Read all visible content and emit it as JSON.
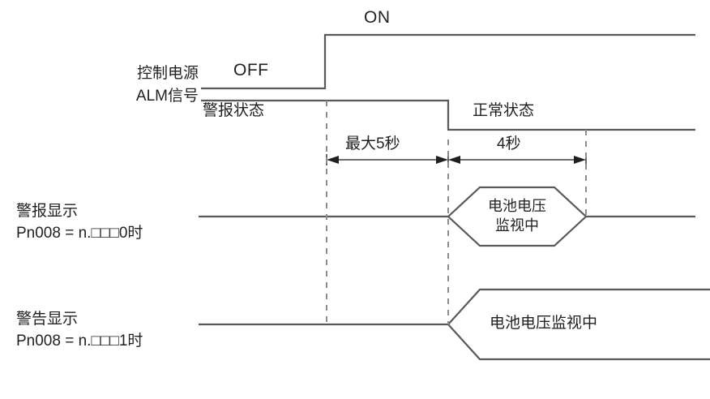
{
  "diagram": {
    "title": "Battery voltage monitoring timing chart",
    "colors": {
      "line": "#58595b",
      "dash": "#8a8c8e",
      "text": "#231f20",
      "background": "#ffffff"
    },
    "signal_labels": {
      "control_power": "控制电源",
      "alm_signal": "ALM信号"
    },
    "states": {
      "power_off": "OFF",
      "power_on": "ON",
      "alarm_state": "警报状态",
      "normal_state": "正常状态"
    },
    "durations": {
      "max5s": "最大5秒",
      "four_s": "4秒"
    },
    "rows": [
      {
        "name": "alarm-display",
        "line1": "警报显示",
        "line2": "Pn008 = n.□□□0时",
        "balloon_line1": "电池电压",
        "balloon_line2": "监视中",
        "shape": "hexagon"
      },
      {
        "name": "warning-display",
        "line1": "警告显示",
        "line2": "Pn008 = n.□□□1时",
        "balloon_line1": "电池电压监视中",
        "balloon_line2": "",
        "shape": "flag"
      }
    ]
  }
}
